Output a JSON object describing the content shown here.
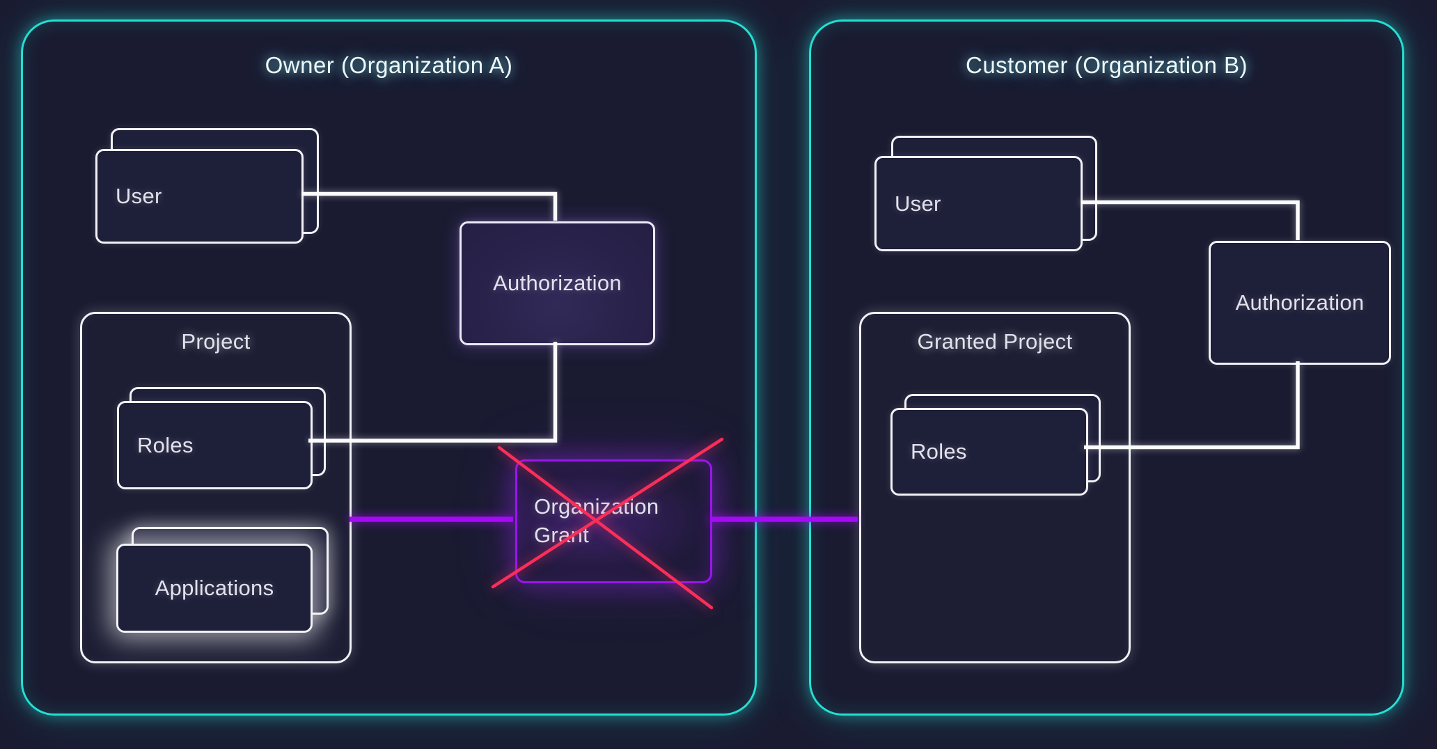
{
  "colors": {
    "background": "#1a1b31",
    "panel_border": "#23e0d2",
    "card_border": "#f2f2f6",
    "card_fill": "#1e1f39",
    "grant_border": "#9a15ec",
    "connector_white": "#fbfbfd",
    "connector_purple": "#a50af5",
    "cross_red": "#fb2e5a",
    "title_text": "#eef7f9",
    "label_text": "#e2e2ee"
  },
  "owner_panel": {
    "title": "Owner (Organization A)",
    "user": {
      "label": "User"
    },
    "authorization": {
      "label": "Authorization"
    },
    "project": {
      "title": "Project",
      "roles": {
        "label": "Roles"
      },
      "applications": {
        "label": "Applications"
      }
    },
    "grant": {
      "label": "Organization Grant",
      "crossed_out": true
    }
  },
  "customer_panel": {
    "title": "Customer (Organization B)",
    "user": {
      "label": "User"
    },
    "authorization": {
      "label": "Authorization"
    },
    "granted_project": {
      "title": "Granted Project",
      "roles": {
        "label": "Roles"
      }
    }
  }
}
